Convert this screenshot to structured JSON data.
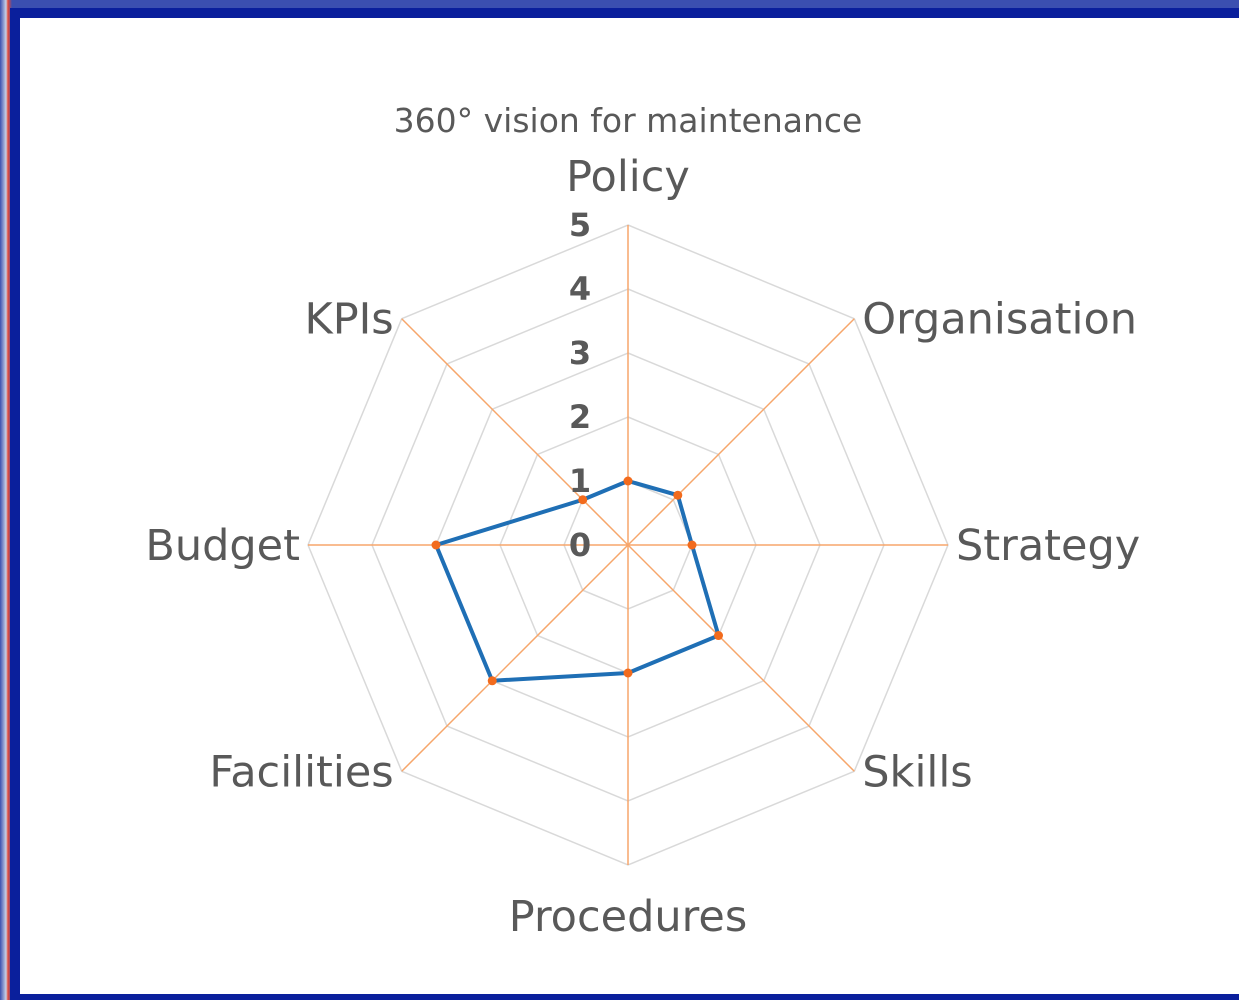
{
  "chart_data": {
    "type": "radar",
    "title": "360° vision for maintenance",
    "categories": [
      "Policy",
      "Organisation",
      "Strategy",
      "Skills",
      "Procedures",
      "Facilities",
      "Budget",
      "KPIs"
    ],
    "values": [
      1,
      1.1,
      1,
      2,
      2,
      3,
      3,
      1
    ],
    "rlim": [
      0,
      5
    ],
    "rticks": [
      "0",
      "1",
      "2",
      "3",
      "4",
      "5"
    ],
    "grid": true,
    "legend": "none",
    "colors": {
      "series_line": "#1f6fb5",
      "series_marker": "#f26b1d",
      "spokes": "#f7a66b",
      "grid": "#d9d9d9",
      "text": "#595959",
      "frame": "#0a1f9c"
    }
  }
}
